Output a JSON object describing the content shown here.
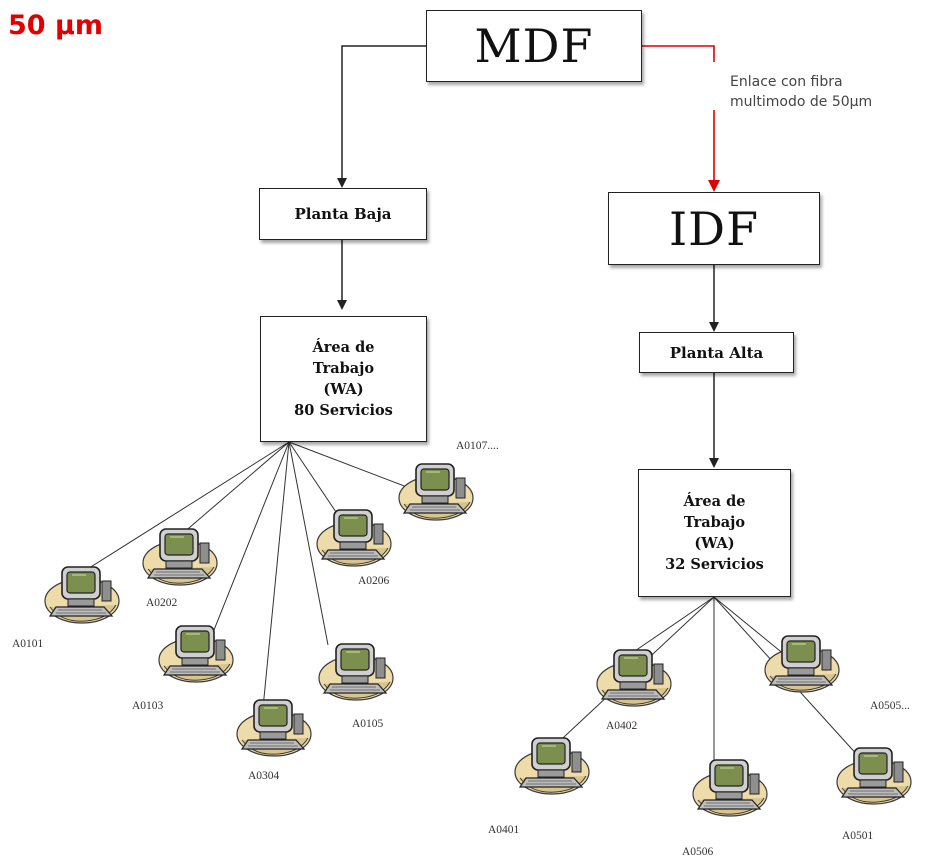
{
  "heading": {
    "text": "50 µm",
    "color": "#e00000"
  },
  "fiber_note": {
    "line1": "Enlace con fibra",
    "line2": "multimodo de 50µm",
    "link_color": "#e00000"
  },
  "nodes": {
    "mdf": "MDF",
    "idf": "IDF",
    "planta_baja": "Planta Baja",
    "planta_alta": "Planta Alta",
    "wa_left": [
      "Área de",
      "Trabajo",
      "(WA)",
      "80 Servicios"
    ],
    "wa_right": [
      "Área de",
      "Trabajo",
      "(WA)",
      "32 Servicios"
    ]
  },
  "workstations_left": [
    "A0101",
    "A0202",
    "A0103",
    "A0304",
    "A0105",
    "A0206",
    "A0107...."
  ],
  "workstations_right": [
    "A0401",
    "A0402",
    "A0506",
    "A0505...",
    "A0501"
  ],
  "icon": "computer-workstation-icon"
}
